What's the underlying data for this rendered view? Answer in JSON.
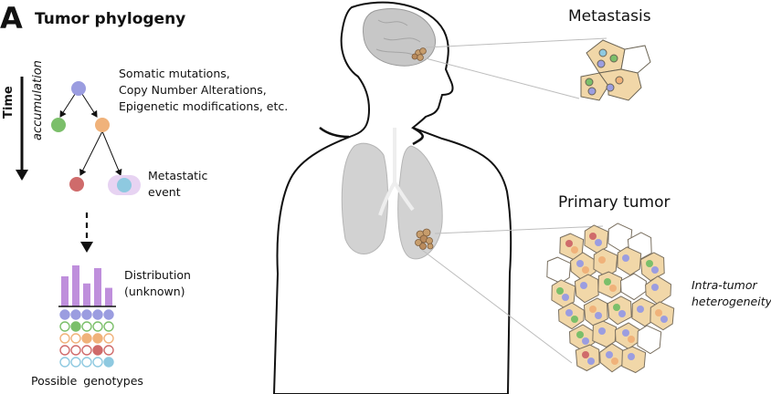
{
  "panel": {
    "letter": "A",
    "title": "Tumor phylogeny"
  },
  "axis": {
    "time": "Time",
    "accumulation": "accumulation"
  },
  "alterations": {
    "line1": "Somatic mutations,",
    "line2": "Copy Number Alterations,",
    "line3": "Epigenetic modifications, etc."
  },
  "metastatic_event": {
    "line1": "Metastatic",
    "line2": "event"
  },
  "distribution": {
    "line1": "Distribution",
    "line2": "(unknown)",
    "bar_values": [
      0.55,
      0.75,
      0.42,
      0.7,
      0.34
    ]
  },
  "possible_genotypes": "Possible  genotypes",
  "metastasis_label": "Metastasis",
  "primary_tumor_label": "Primary tumor",
  "heterogeneity": {
    "line1": "Intra-tumor",
    "line2": "heterogeneity"
  },
  "colors": {
    "purple": "#9b9de0",
    "green": "#7bbf6a",
    "orange": "#f0b27a",
    "red": "#cf6b6b",
    "blue": "#8ec9e0",
    "bar": "#bf8fdc",
    "cell_fill": "#f1d7a8",
    "cell_stroke": "#7a7060",
    "body": "#dcdcdc"
  },
  "genotype_matrix": [
    [
      "purple",
      "purple",
      "purple",
      "purple",
      "purple"
    ],
    [
      "green-o",
      "green",
      "green-o",
      "green-o",
      "green-o"
    ],
    [
      "orange-o",
      "orange-o",
      "orange",
      "orange",
      "orange-o"
    ],
    [
      "red-o",
      "red-o",
      "red-o",
      "red",
      "red-o"
    ],
    [
      "blue-o",
      "blue-o",
      "blue-o",
      "blue-o",
      "blue"
    ]
  ]
}
